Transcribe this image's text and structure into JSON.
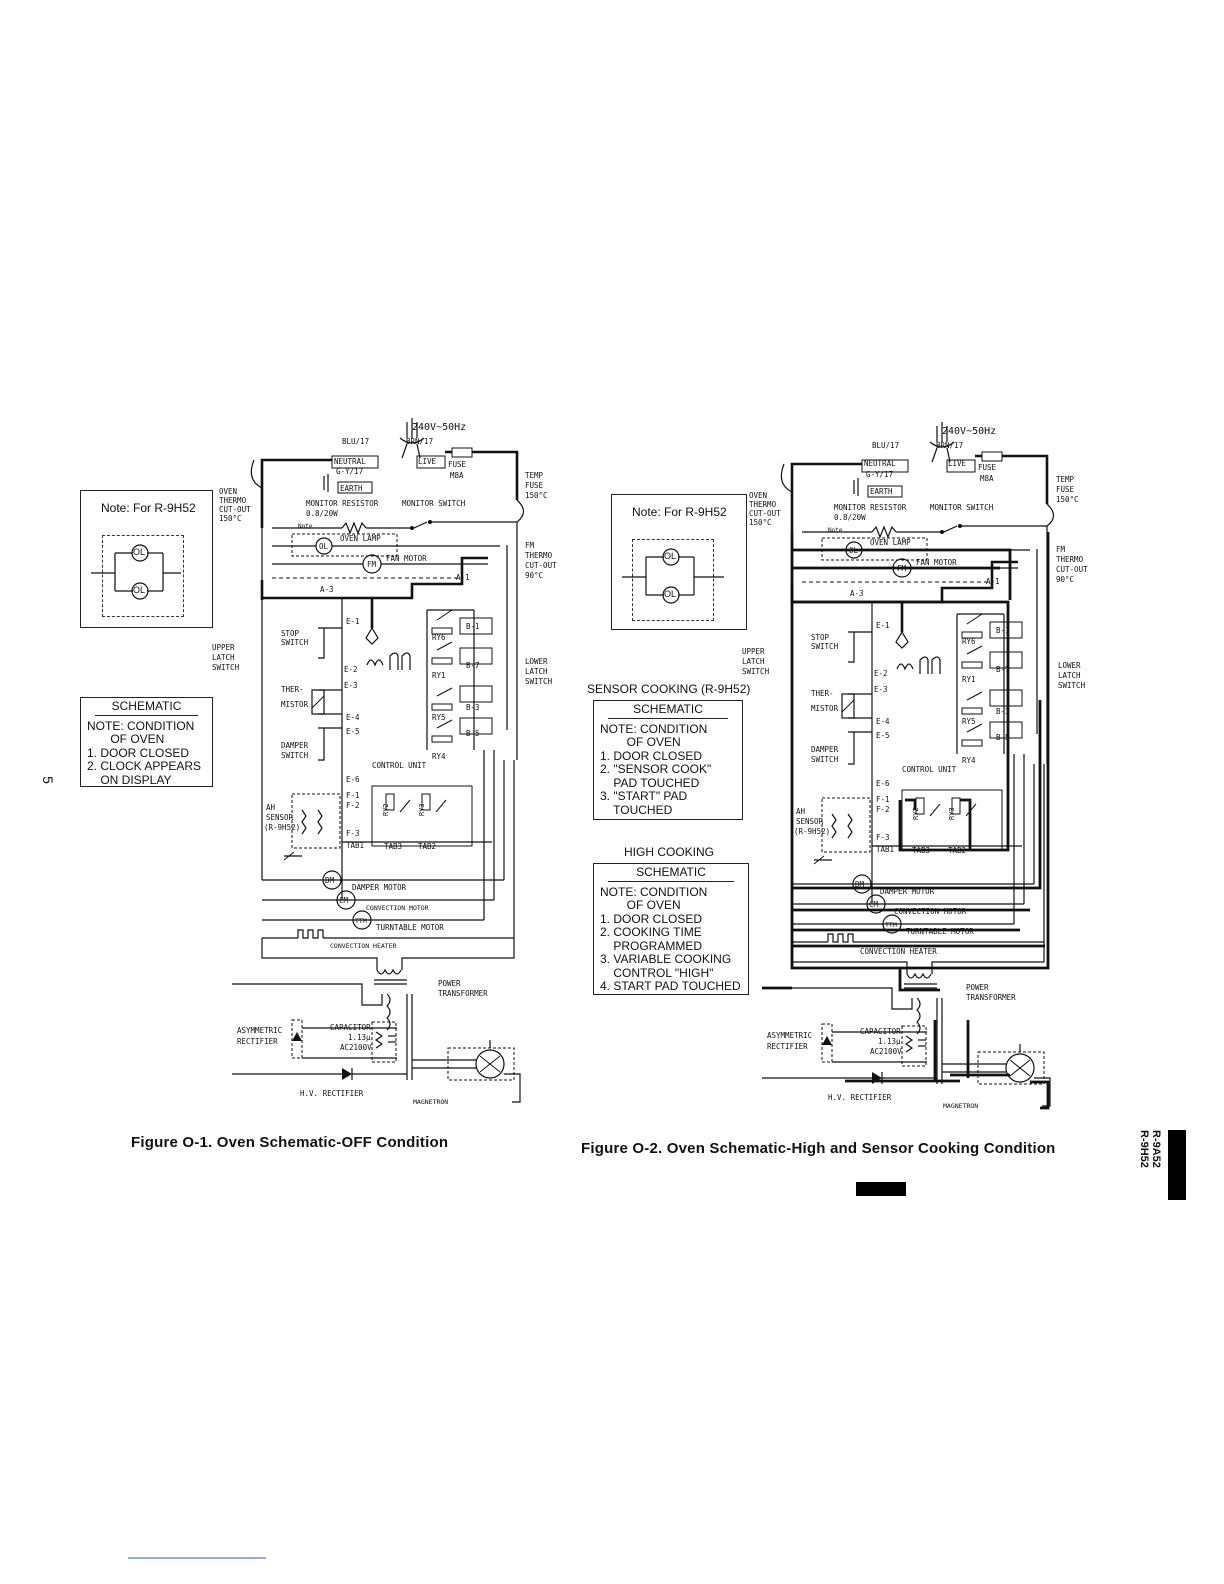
{
  "page_number": "5",
  "model_tag": "R-9A52\nR-9H52",
  "left": {
    "note": "Note: For R-9H52",
    "ol": "OL",
    "schematic": {
      "title": "SCHEMATIC",
      "lines": [
        "NOTE: CONDITION",
        "       OF OVEN",
        "1. DOOR CLOSED",
        "2. CLOCK APPEARS",
        "    ON DISPLAY"
      ]
    },
    "caption": "Figure O-1. Oven Schematic-OFF Condition"
  },
  "right": {
    "note": "Note: For R-9H52",
    "ol": "OL",
    "sensor_heading": "SENSOR COOKING (R-9H52)",
    "sensor_schematic": {
      "title": "SCHEMATIC",
      "lines": [
        "NOTE: CONDITION",
        "        OF OVEN",
        "1. DOOR CLOSED",
        "2. \"SENSOR COOK\"",
        "    PAD TOUCHED",
        "3. \"START\" PAD",
        "    TOUCHED"
      ]
    },
    "high_heading": "HIGH COOKING",
    "high_schematic": {
      "title": "SCHEMATIC",
      "lines": [
        "NOTE: CONDITION",
        "        OF OVEN",
        "1. DOOR CLOSED",
        "2. COOKING TIME",
        "    PROGRAMMED",
        "3. VARIABLE COOKING",
        "    CONTROL \"HIGH\"",
        "4. START PAD TOUCHED"
      ]
    },
    "caption": "Figure O-2. Oven Schematic-High and Sensor Cooking Condition"
  },
  "circuit": {
    "supply": "240V~50Hz",
    "blu": "BLU/17",
    "brn": "BRN/17",
    "neutral": "NEUTRAL",
    "live": "LIVE",
    "gy": "G-Y/17",
    "earth": "EARTH",
    "fuse": "FUSE",
    "fuse_rating": "M8A",
    "temp_fuse": [
      "TEMP",
      "FUSE",
      "150°C"
    ],
    "oven_thermo": [
      "OVEN",
      "THERMO",
      "CUT-OUT",
      "150°C"
    ],
    "fm_thermo": [
      "FM",
      "THERMO",
      "CUT-OUT",
      "90°C"
    ],
    "monitor_resistor": "MONITOR RESISTOR",
    "resistor_value": "0.8/20W",
    "monitor_switch": "MONITOR SWITCH",
    "note_small": "Note",
    "oven_lamp": "OVEN LAMP",
    "ol": "OL",
    "fm": "FM",
    "fan_motor": "FAN MOTOR",
    "a1": "A-1",
    "a3": "A-3",
    "e1": "E-1",
    "e2": "E-2",
    "e3": "E-3",
    "e4": "E-4",
    "e5": "E-5",
    "e6": "E-6",
    "f1": "F-1",
    "f2": "F-2",
    "f3": "F-3",
    "b1": "B-1",
    "b7": "B-7",
    "b3": "B-3",
    "b5": "B-5",
    "ry6": "RY6",
    "ry1": "RY1",
    "ry5": "RY5",
    "ry4": "RY4",
    "ry2": "RY2",
    "ry3": "RY3",
    "stop_switch": [
      "STOP",
      "SWITCH"
    ],
    "thermistor": [
      "THER-",
      "MISTOR"
    ],
    "damper_switch": [
      "DAMPER",
      "SWITCH"
    ],
    "control_unit": "CONTROL UNIT",
    "ah_sensor": [
      "AH",
      "SENSOR",
      "(R-9H52)"
    ],
    "tab1": "TAB1",
    "tab2": "TAB2",
    "tab3": "TAB3",
    "upper_latch": [
      "UPPER",
      "LATCH",
      "SWITCH"
    ],
    "lower_latch": [
      "LOWER",
      "LATCH",
      "SWITCH"
    ],
    "dm": "DM",
    "damper_motor": "DAMPER MOTOR",
    "cm": "CM",
    "convection_motor": "CONVECTION MOTOR",
    "ttm": "TTM",
    "turntable_motor": "TURNTABLE MOTOR",
    "convection_heater": "CONVECTION HEATER",
    "power_transformer": [
      "POWER",
      "TRANSFORMER"
    ],
    "asym_rectifier": [
      "ASYMMETRIC",
      "RECTIFIER"
    ],
    "capacitor": [
      "CAPACITOR",
      "1.13μ",
      "AC2100V"
    ],
    "hv_rectifier": "H.V. RECTIFIER",
    "magnetron": "MAGNETRON"
  }
}
